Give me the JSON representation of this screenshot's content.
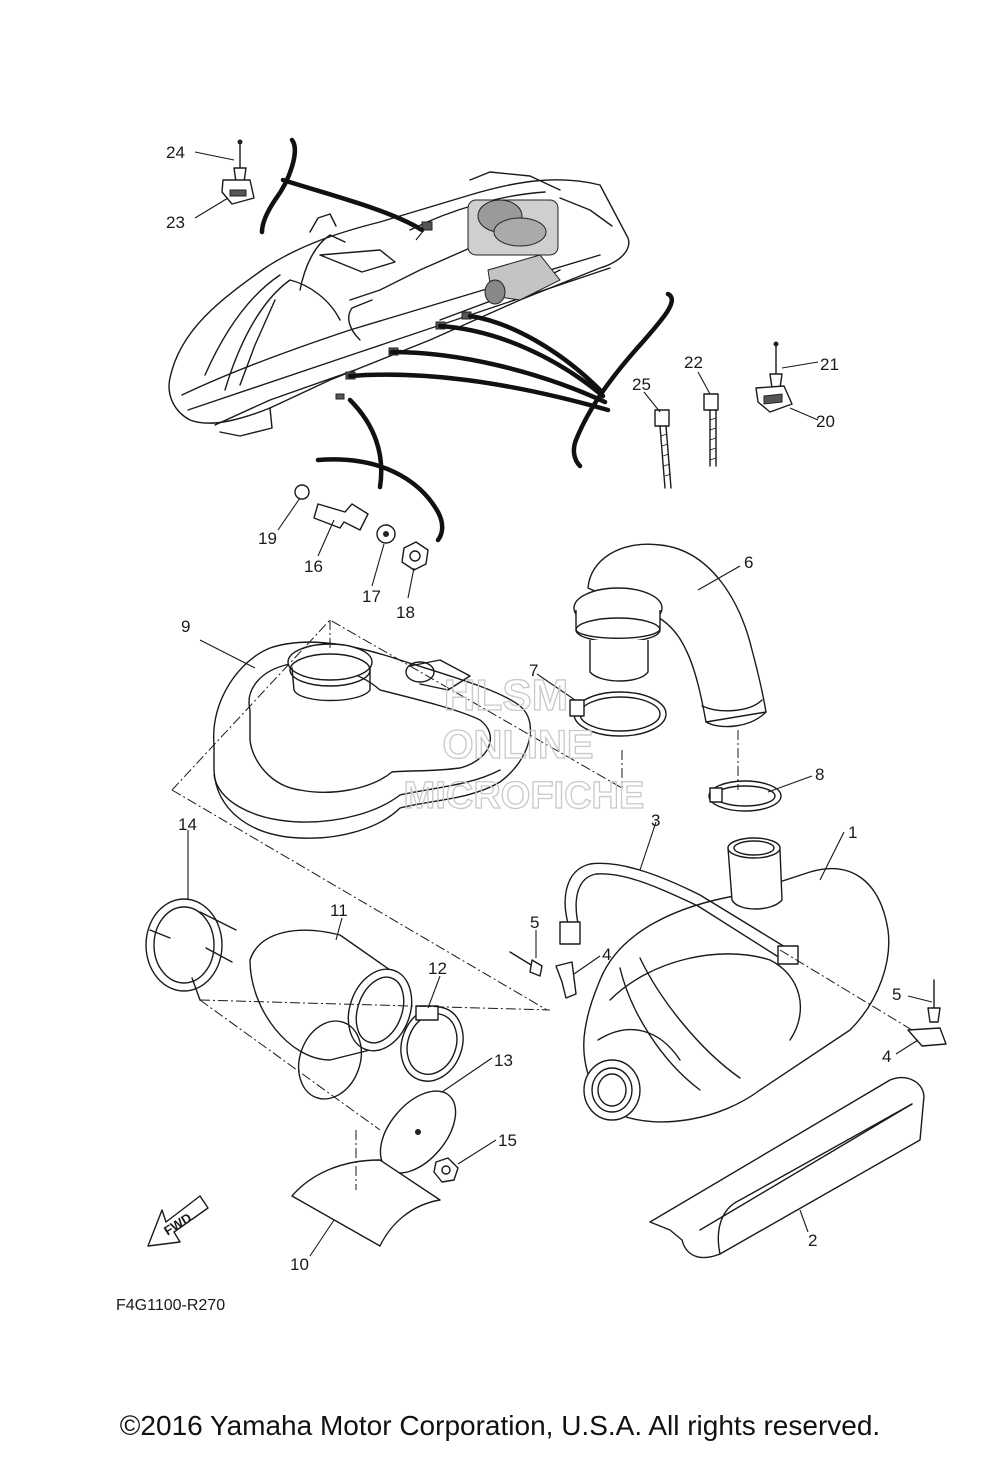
{
  "diagram_code": "F4G1100-R270",
  "fwd_label": "FWD",
  "watermark": {
    "line1": "HLSM",
    "line2": "ONLINE",
    "line3": "MICROFICHE"
  },
  "copyright": "©2016 Yamaha Motor Corporation, U.S.A. All rights reserved.",
  "callouts": [
    "1",
    "2",
    "3",
    "4",
    "4",
    "5",
    "5",
    "6",
    "7",
    "8",
    "9",
    "10",
    "11",
    "12",
    "13",
    "14",
    "15",
    "16",
    "17",
    "18",
    "19",
    "20",
    "21",
    "22",
    "23",
    "24",
    "25"
  ]
}
